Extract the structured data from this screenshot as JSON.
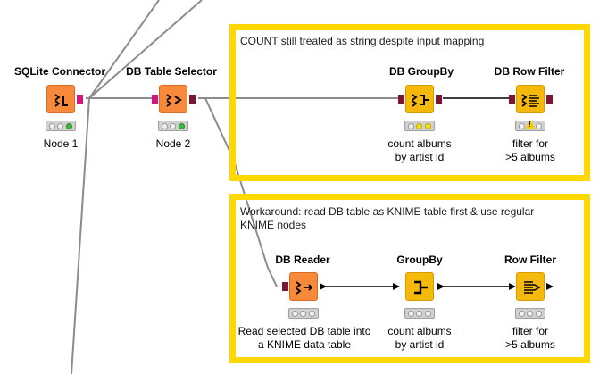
{
  "annotations": [
    {
      "text": "COUNT still treated as string despite input mapping"
    },
    {
      "text": "Workaround: read DB table as KNIME table first & use regular KNIME nodes"
    }
  ],
  "nodes": {
    "sqlite_connector": {
      "title": "SQLite Connector",
      "label": "Node 1",
      "status": "executed",
      "icon": "db-connector-icon"
    },
    "db_table_selector": {
      "title": "DB Table Selector",
      "label": "Node 2",
      "status": "executed",
      "icon": "db-table-selector-icon"
    },
    "db_groupby": {
      "title": "DB GroupBy",
      "label_lines": [
        "count albums",
        "by artist id"
      ],
      "status": "configured",
      "icon": "db-groupby-icon"
    },
    "db_row_filter": {
      "title": "DB Row Filter",
      "label_lines": [
        "filter for",
        ">5 albums"
      ],
      "status": "warning",
      "icon": "db-row-filter-icon"
    },
    "db_reader": {
      "title": "DB Reader",
      "label_lines": [
        "Read selected DB table into",
        "a KNIME data table"
      ],
      "status": "idle",
      "icon": "db-reader-icon"
    },
    "groupby": {
      "title": "GroupBy",
      "label_lines": [
        "count albums",
        "by artist id"
      ],
      "status": "idle",
      "icon": "groupby-icon"
    },
    "row_filter": {
      "title": "Row Filter",
      "label_lines": [
        "filter for",
        ">5 albums"
      ],
      "status": "idle",
      "icon": "row-filter-icon"
    }
  },
  "colors": {
    "annotation_border": "#ffd800",
    "db_node": "#f5b90c",
    "source_node": "#f7893a",
    "db_port": "#7a1631",
    "db_connection_port": "#d7137f",
    "connection_line": "#8c8c8c",
    "status_green": "#3cb83c",
    "status_yellow": "#f5e20c"
  }
}
